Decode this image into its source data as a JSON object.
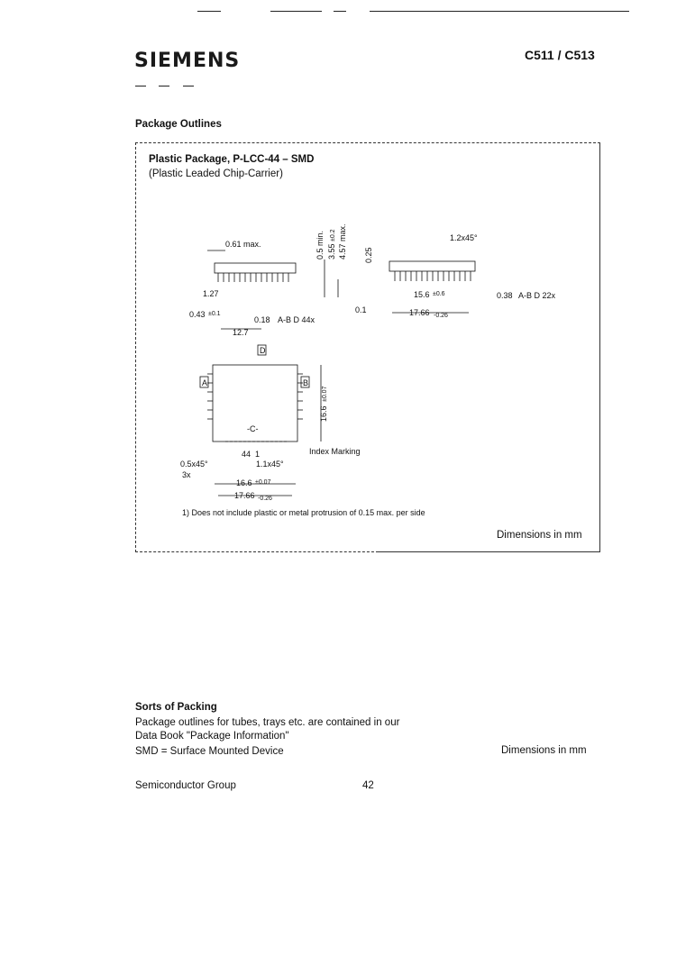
{
  "header": {
    "logo": "SIEMENS",
    "part_number": "C511 / C513"
  },
  "package_outlines": {
    "section_title": "Package Outlines",
    "package_title": "Plastic Package, P-LCC-44 – SMD",
    "package_subtitle": "(Plastic Leaded Chip-Carrier)",
    "drawing": {
      "side_view": {
        "d_061max": "0.61 max.",
        "d_05min": "0.5 min.",
        "d_355": "3.55",
        "d_355_tol": "±0.2",
        "d_457max": "4.57 max.",
        "d_127": "1.27",
        "d_043": "0.43",
        "d_043_tol": "±0.1",
        "d_018": "0.18",
        "d_018_ref": "A-B D 44x",
        "d_127w": "12.7",
        "d_01": "0.1"
      },
      "end_view": {
        "d_025": "0.25",
        "d_12x45": "1.2x45°",
        "d_156": "15.6",
        "d_156_tol": "±0.6",
        "d_038": "0.38",
        "d_038_ref": "A-B D 22x",
        "d_1766": "17.66",
        "d_1766_tol": "-0.26"
      },
      "top_view": {
        "ref_d": "D",
        "ref_a": "A",
        "ref_b": "B",
        "ref_c": "-C-",
        "d_166v": "16.6",
        "d_166v_tol": "±0.07",
        "pin_44": "44",
        "pin_1": "1",
        "d_11x45": "1.1x45°",
        "index_marking": "Index Marking",
        "d_05x45": "0.5x45°",
        "d_3x": "3x",
        "d_166h": "16.6",
        "d_166h_tol": "±0.07",
        "d_1766h": "17.66",
        "d_1766h_tol": "-0.26"
      },
      "footnote": "1) Does not include plastic or metal protrusion of 0.15 max. per side"
    },
    "dimensions_note": "Dimensions in mm"
  },
  "sorts_of_packing": {
    "title": "Sorts of Packing",
    "line1": "Package outlines for tubes, trays etc. are contained in our",
    "line2": "Data Book \"Package Information\"",
    "line3": "SMD = Surface Mounted Device",
    "dimensions_note": "Dimensions in mm"
  },
  "footer": {
    "group": "Semiconductor Group",
    "page_number": "42"
  }
}
